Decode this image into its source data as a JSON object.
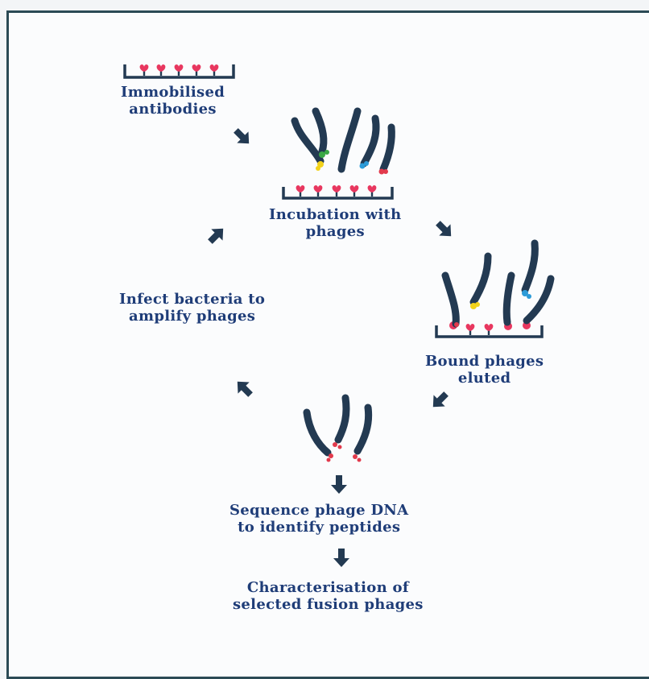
{
  "colors": {
    "frame": "#2b4a55",
    "phage": "#233a52",
    "text": "#1f3d78",
    "antibody": "#e8375f",
    "peptide_green": "#3aa845",
    "peptide_yellow": "#f2d21b",
    "peptide_blue": "#2c9bd8",
    "peptide_red": "#e23a4c",
    "background": "#fbfcfd"
  },
  "icons": [
    "immobilised-antibody-plate",
    "phage-filament",
    "flow-arrow"
  ],
  "labels": {
    "immobilised": [
      "Immobilised",
      "antibodies"
    ],
    "incubation": [
      "Incubation with",
      "phages"
    ],
    "bound": [
      "Bound phages",
      "eluted"
    ],
    "infect": [
      "Infect bacteria to",
      "amplify phages"
    ],
    "sequence": [
      "Sequence phage DNA",
      "to identify peptides"
    ],
    "characterisation": [
      "Characterisation of",
      "selected fusion phages"
    ]
  }
}
